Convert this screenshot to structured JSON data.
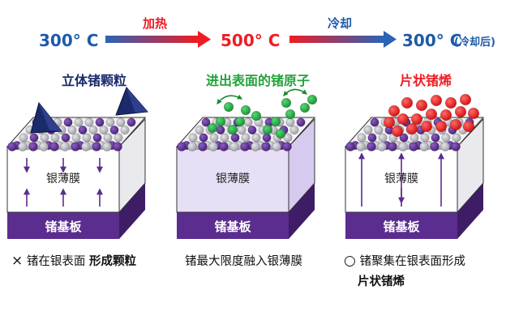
{
  "process": {
    "temp_start": "300° C",
    "heat_label": "加热",
    "temp_mid": "500° C",
    "cool_label": "冷却",
    "temp_end": "300° C",
    "temp_end_note": "(冷却后)",
    "colors": {
      "hot": "#ee1c24",
      "cold": "#1e5aa8"
    }
  },
  "panels": [
    {
      "title": "立体锗颗粒",
      "title_color": "#1a2a6c",
      "film_label": "银薄膜",
      "substrate_label": "锗基板",
      "caption_symbol": "×",
      "caption_plain": " 锗在银表面",
      "caption_bold": "形成颗粒",
      "caption_line2": ""
    },
    {
      "title": "进出表面的锗原子",
      "title_color": "#22a33a",
      "film_label": "银薄膜",
      "substrate_label": "锗基板",
      "caption_symbol": "",
      "caption_plain": "锗最大限度融入银薄膜",
      "caption_bold": "",
      "caption_line2": ""
    },
    {
      "title": "片状锗烯",
      "title_color": "#ee1c24",
      "film_label": "银薄膜",
      "substrate_label": "锗基板",
      "caption_symbol": "○",
      "caption_plain": " 锗聚集在银表面形成",
      "caption_bold": "",
      "caption_line2": "片状锗烯"
    }
  ],
  "legend_icons": [
    "germanium-pyramid-icon",
    "silver-atom-icon",
    "germanium-atom-icon",
    "migration-arrow-icon"
  ],
  "colors": {
    "silver_atom": "#b4b4bc",
    "germanium_atom": "#5b2d8e",
    "surface_germanium": "#23b045",
    "germanene_atom": "#ff1a1a",
    "pyramid": "#1b2a6b",
    "substrate": "#5b2d8e",
    "film_hot": "#e7dff5"
  }
}
